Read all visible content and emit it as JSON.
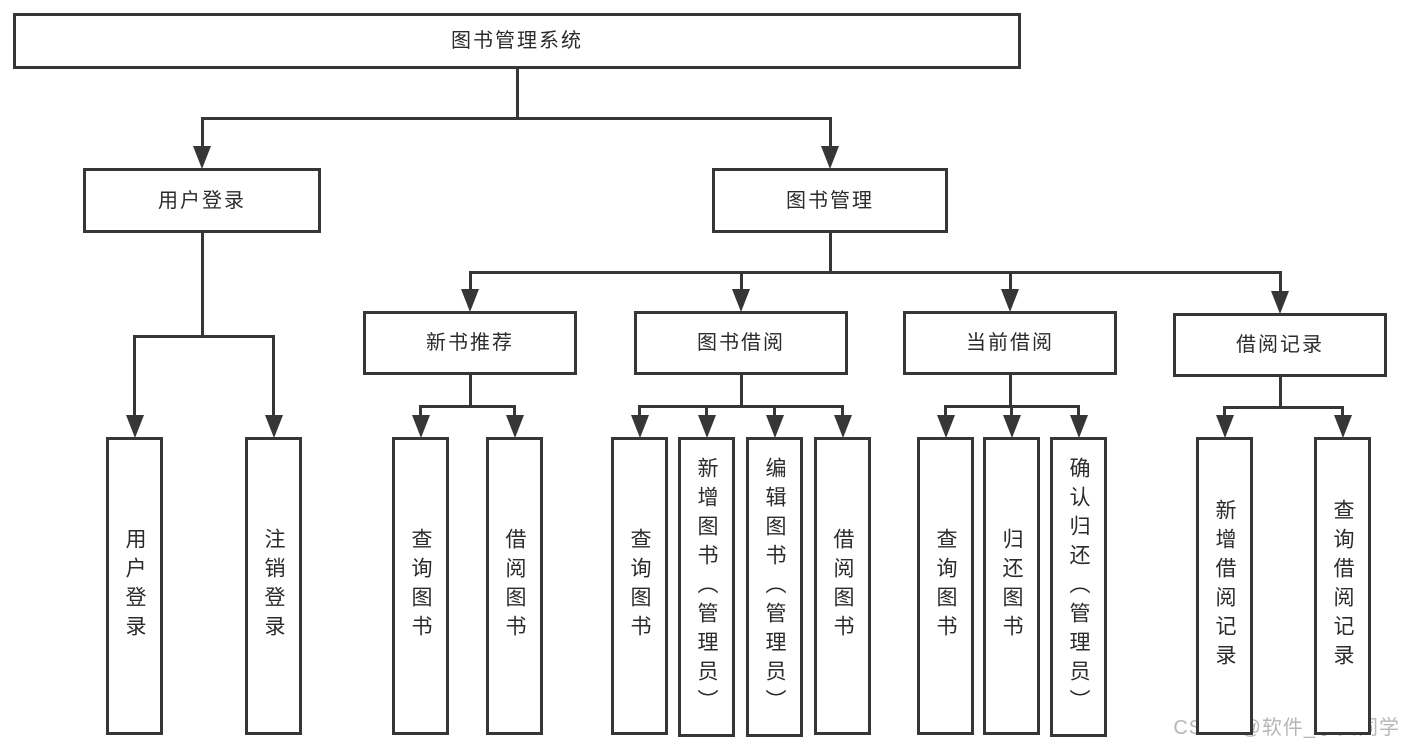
{
  "watermark": "CSDN @软件_小贺同学",
  "colors": {
    "line": "#363636",
    "box_border": "#363636",
    "text": "#2b2b2b",
    "watermark": "#b7b7b7",
    "background": "#ffffff"
  },
  "diagram": {
    "title": "图书管理系统",
    "nodes": [
      {
        "id": "root",
        "label": "图书管理系统",
        "orientation": "horizontal"
      },
      {
        "id": "user-login",
        "label": "用户登录",
        "orientation": "horizontal"
      },
      {
        "id": "book-mgmt",
        "label": "图书管理",
        "orientation": "horizontal"
      },
      {
        "id": "new-book-rec",
        "label": "新书推荐",
        "orientation": "horizontal"
      },
      {
        "id": "book-borrow",
        "label": "图书借阅",
        "orientation": "horizontal"
      },
      {
        "id": "current-borrow",
        "label": "当前借阅",
        "orientation": "horizontal"
      },
      {
        "id": "borrow-record",
        "label": "借阅记录",
        "orientation": "horizontal"
      },
      {
        "id": "leaf-user-login",
        "label": "用户登录",
        "orientation": "vertical"
      },
      {
        "id": "leaf-logout",
        "label": "注销登录",
        "orientation": "vertical"
      },
      {
        "id": "leaf-rec-query",
        "label": "查询图书",
        "orientation": "vertical"
      },
      {
        "id": "leaf-rec-borrow",
        "label": "借阅图书",
        "orientation": "vertical"
      },
      {
        "id": "leaf-bb-query",
        "label": "查询图书",
        "orientation": "vertical"
      },
      {
        "id": "leaf-bb-add",
        "label": "新增图书（管理员）",
        "orientation": "vertical"
      },
      {
        "id": "leaf-bb-edit",
        "label": "编辑图书（管理员）",
        "orientation": "vertical"
      },
      {
        "id": "leaf-bb-borrow",
        "label": "借阅图书",
        "orientation": "vertical"
      },
      {
        "id": "leaf-cb-query",
        "label": "查询图书",
        "orientation": "vertical"
      },
      {
        "id": "leaf-cb-return",
        "label": "归还图书",
        "orientation": "vertical"
      },
      {
        "id": "leaf-cb-confirm",
        "label": "确认归还（管理员）",
        "orientation": "vertical"
      },
      {
        "id": "leaf-br-add",
        "label": "新增借阅记录",
        "orientation": "vertical"
      },
      {
        "id": "leaf-br-query",
        "label": "查询借阅记录",
        "orientation": "vertical"
      }
    ],
    "branches": [
      {
        "parent": "root",
        "children": [
          "user-login",
          "book-mgmt"
        ]
      },
      {
        "parent": "user-login",
        "children": [
          "leaf-user-login",
          "leaf-logout"
        ]
      },
      {
        "parent": "book-mgmt",
        "children": [
          "new-book-rec",
          "book-borrow",
          "current-borrow",
          "borrow-record"
        ]
      },
      {
        "parent": "new-book-rec",
        "children": [
          "leaf-rec-query",
          "leaf-rec-borrow"
        ]
      },
      {
        "parent": "book-borrow",
        "children": [
          "leaf-bb-query",
          "leaf-bb-add",
          "leaf-bb-edit",
          "leaf-bb-borrow"
        ]
      },
      {
        "parent": "current-borrow",
        "children": [
          "leaf-cb-query",
          "leaf-cb-return",
          "leaf-cb-confirm"
        ]
      },
      {
        "parent": "borrow-record",
        "children": [
          "leaf-br-add",
          "leaf-br-query"
        ]
      }
    ]
  }
}
